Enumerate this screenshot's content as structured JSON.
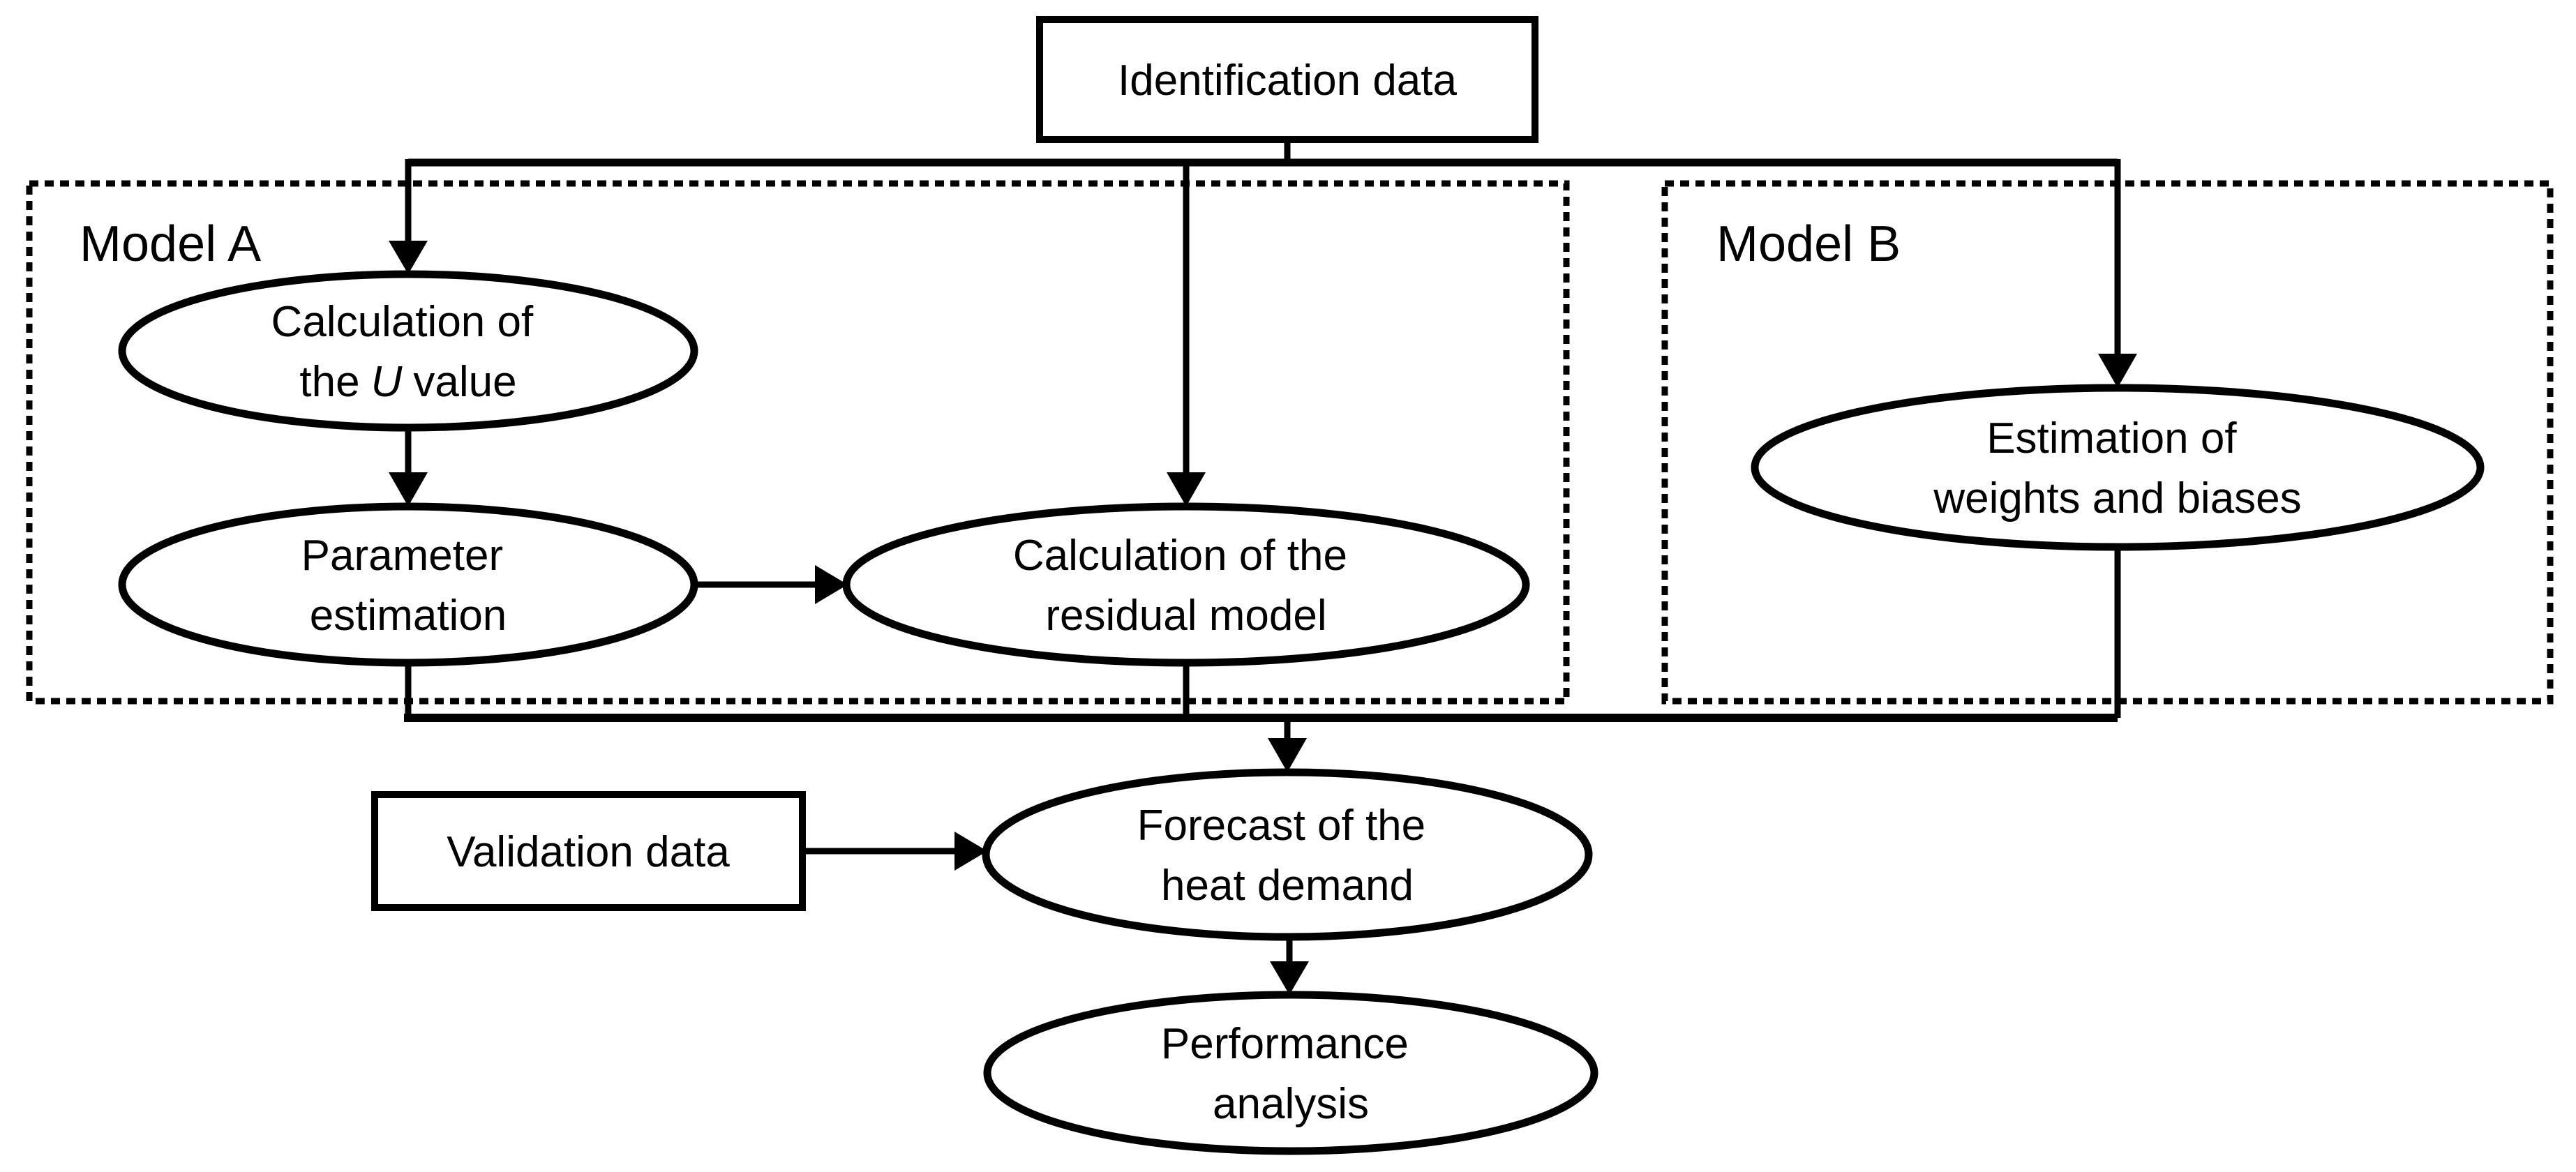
{
  "diagram": {
    "colors": {
      "background": "#ffffff",
      "stroke": "#000000",
      "text": "#000000"
    },
    "groups": {
      "model_a": "Model A",
      "model_b": "Model B"
    },
    "nodes": {
      "identification": {
        "shape": "rect",
        "label": "Identification data"
      },
      "validation": {
        "shape": "rect",
        "label": "Validation data"
      },
      "u_value": {
        "shape": "ellipse",
        "group": "model_a",
        "line1": "Calculation of",
        "line2_pre": "the",
        "line2_em": "U",
        "line2_post": "value"
      },
      "parameter": {
        "shape": "ellipse",
        "group": "model_a",
        "line1": "Parameter",
        "line2": "estimation"
      },
      "residual": {
        "shape": "ellipse",
        "group": "model_a",
        "line1": "Calculation of the",
        "line2": "residual model"
      },
      "weights": {
        "shape": "ellipse",
        "group": "model_b",
        "line1": "Estimation of",
        "line2": "weights and biases"
      },
      "forecast": {
        "shape": "ellipse",
        "line1": "Forecast of the",
        "line2": "heat demand"
      },
      "performance": {
        "shape": "ellipse",
        "line1": "Performance",
        "line2": "analysis"
      }
    },
    "edges": [
      {
        "from": "identification",
        "to": "u_value"
      },
      {
        "from": "identification",
        "to": "residual"
      },
      {
        "from": "identification",
        "to": "weights"
      },
      {
        "from": "u_value",
        "to": "parameter"
      },
      {
        "from": "parameter",
        "to": "residual"
      },
      {
        "from": "parameter",
        "to": "forecast"
      },
      {
        "from": "residual",
        "to": "forecast"
      },
      {
        "from": "weights",
        "to": "forecast"
      },
      {
        "from": "validation",
        "to": "forecast"
      },
      {
        "from": "forecast",
        "to": "performance"
      }
    ]
  }
}
